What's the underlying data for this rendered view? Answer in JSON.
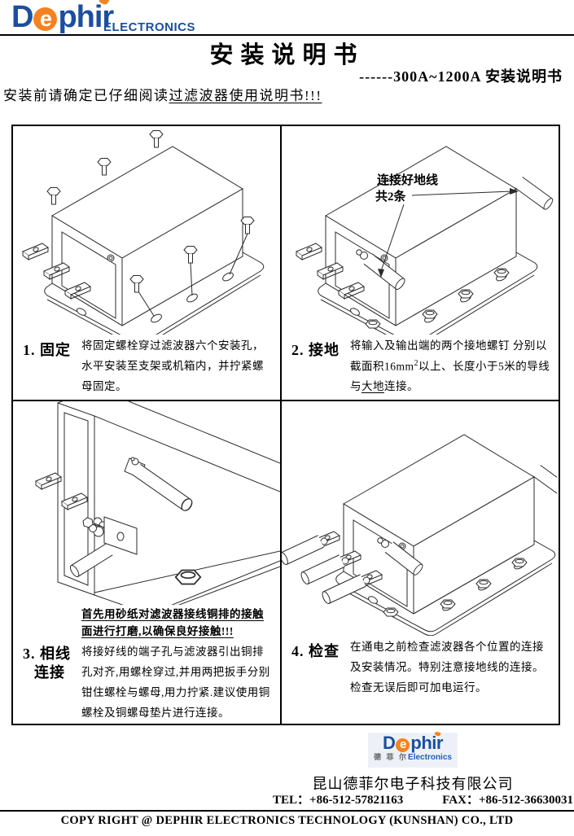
{
  "header": {
    "brand_d": "D",
    "brand_e": "e",
    "brand_rest": "phir",
    "brand_sub": "ELECTRONICS",
    "title": "安装说明书",
    "subtitle": "------300A~1200A  安装说明书",
    "warning_prefix": "安装前请确定已仔细阅读",
    "warning_underlined": "过滤波器使用说明书!!!"
  },
  "colors": {
    "brand_blue": "#1b4f9e",
    "brand_orange": "#f58220",
    "line_black": "#000000"
  },
  "steps": [
    {
      "label": "1. 固定",
      "description": "将固定螺栓穿过滤波器六个安装孔，水平安装至支架或机箱内，并拧紧螺母固定。"
    },
    {
      "label": "2. 接地",
      "desc_part1": "将输入及输出端的两个接地螺钉 分别以截面积16mm",
      "desc_sup": "2",
      "desc_part2": "以上、长度小于5米的导线与",
      "desc_underlined": "大地",
      "desc_part3": "连接。",
      "annotation_line1": "连接好地线",
      "annotation_line2": "共2条"
    },
    {
      "label_line1": "3. 相线",
      "label_line2": "连接",
      "note": "首先用砂纸对滤波器接线铜排的接触面进行打磨,以确保良好接触!!!",
      "description": "将接好线的端子孔与滤波器引出铜排孔对齐,用螺栓穿过,并用两把扳手分别钳住螺栓与螺母,用力拧紧.建议使用铜螺栓及铜螺母垫片进行连接。"
    },
    {
      "label": "4. 检查",
      "description": "在通电之前检查滤波器各个位置的连接及安装情况。特别注意接地线的连接。检查无误后即可加电运行。"
    }
  ],
  "footer": {
    "brand_d": "D",
    "brand_e": "e",
    "brand_rest": "phir",
    "logo_cn": "德 菲 尔",
    "logo_en": "Electronics",
    "company": "昆山德菲尔电子科技有限公司",
    "tel_label": "TEL：",
    "tel_number": "+86-512-57821163",
    "fax_label": "FAX：",
    "fax_number": "+86-512-36630031",
    "copyright": "COPY RIGHT @ DEPHIR ELECTRONICS TECHNOLOGY (KUNSHAN) CO., LTD"
  }
}
